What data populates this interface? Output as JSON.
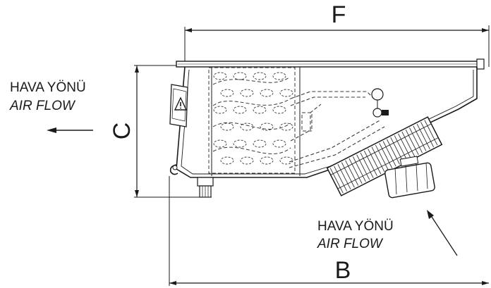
{
  "dimensions": {
    "f": "F",
    "c": "C",
    "b": "B"
  },
  "left_flow": {
    "line1": "HAVA YÖNÜ",
    "line2": "AIR FLOW"
  },
  "right_flow": {
    "line1": "HAVA YÖNÜ",
    "line2": "AIR FLOW"
  },
  "colors": {
    "line": "#1a1a1a",
    "dashed": "#3a3a3a",
    "background": "#ffffff"
  }
}
